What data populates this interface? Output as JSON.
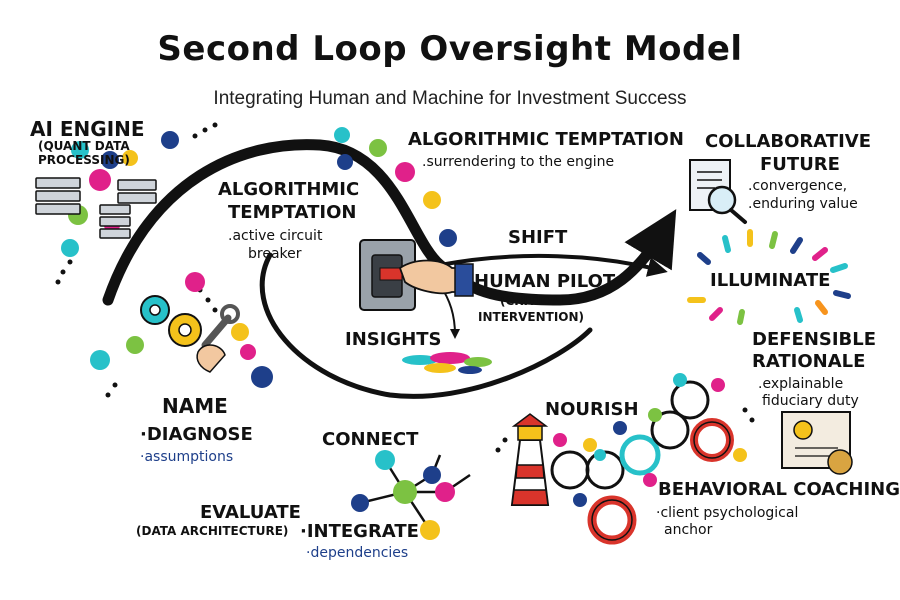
{
  "title": "Second Loop Oversight Model",
  "subtitle": "Integrating Human and Machine for Investment Success",
  "ai_engine": {
    "title": "AI ENGINE",
    "sub1": "(QUANT DATA",
    "sub2": "PROCESSING)"
  },
  "temptation_left": {
    "line1": "ALGORITHMIC",
    "line2": "TEMPTATION",
    "detail1": ".active circuit",
    "detail2": "breaker"
  },
  "temptation_top": {
    "title": "ALGORITHMIC TEMPTATION",
    "detail": ".surrendering to the engine"
  },
  "collaborative": {
    "line1": "COLLABORATIVE",
    "line2": "FUTURE",
    "detail1": ".convergence,",
    "detail2": ".enduring value"
  },
  "shift": "SHIFT",
  "human_pilot": {
    "title": "HUMAN PILOT",
    "sub1": "(CRITICAL",
    "sub2": "INTERVENTION)"
  },
  "insights": "INSIGHTS",
  "illuminate": "ILLUMINATE",
  "defensible": {
    "line1": "DEFENSIBLE",
    "line2": "RATIONALE",
    "detail1": ".explainable",
    "detail2": "fiduciary duty"
  },
  "name": "NAME",
  "diagnose": "·DIAGNOSE",
  "assumptions": "·assumptions",
  "connect": "CONNECT",
  "evaluate": "EVALUATE",
  "data_architecture": "(DATA ARCHITECTURE)",
  "integrate": "·INTEGRATE",
  "dependencies": "·dependencies",
  "nourish": "NOURISH",
  "behavioral": {
    "title": "BEHAVIORAL COACHING",
    "detail1": "·client psychological",
    "detail2": "anchor"
  },
  "colors": {
    "ink": "#111111",
    "navy": "#1e3f8a",
    "teal": "#27c1c9",
    "magenta": "#e0218a",
    "green": "#7cc242",
    "yellow": "#f4c21b",
    "orange": "#f7941d",
    "red": "#d9342b"
  }
}
